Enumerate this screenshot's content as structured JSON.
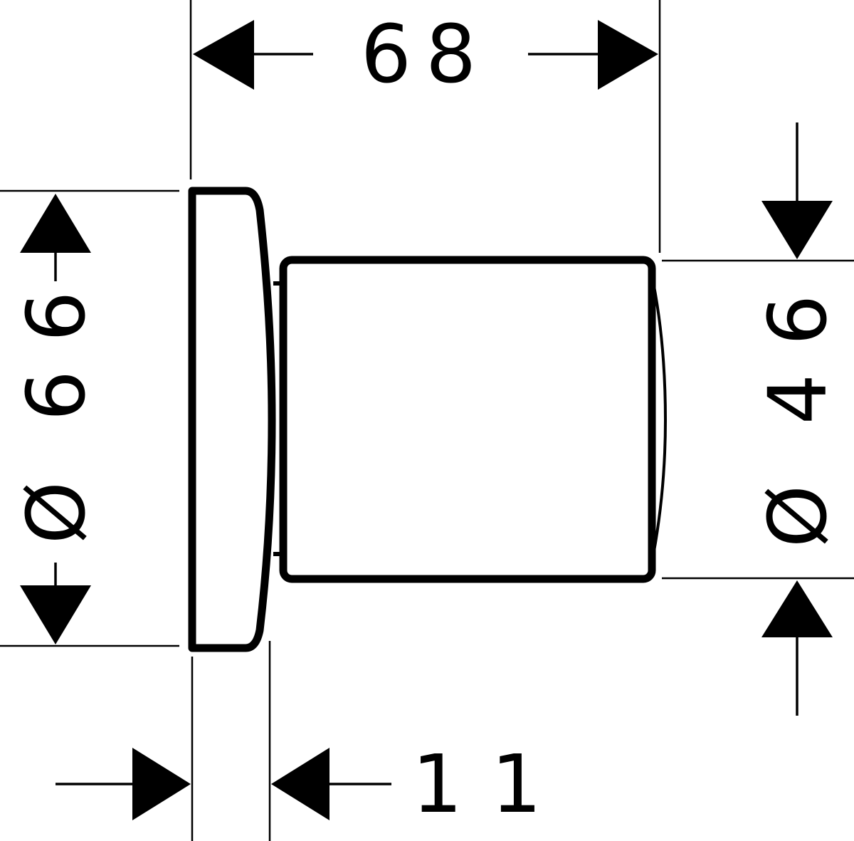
{
  "drawing": {
    "line_color": "#000000",
    "background": "#ffffff",
    "dimensions": {
      "overall_length": "68",
      "flange_diameter_symbol": "Ø",
      "flange_diameter_value": "66",
      "body_diameter_symbol": "Ø",
      "body_diameter_value": "46",
      "flange_thickness": "11"
    }
  }
}
